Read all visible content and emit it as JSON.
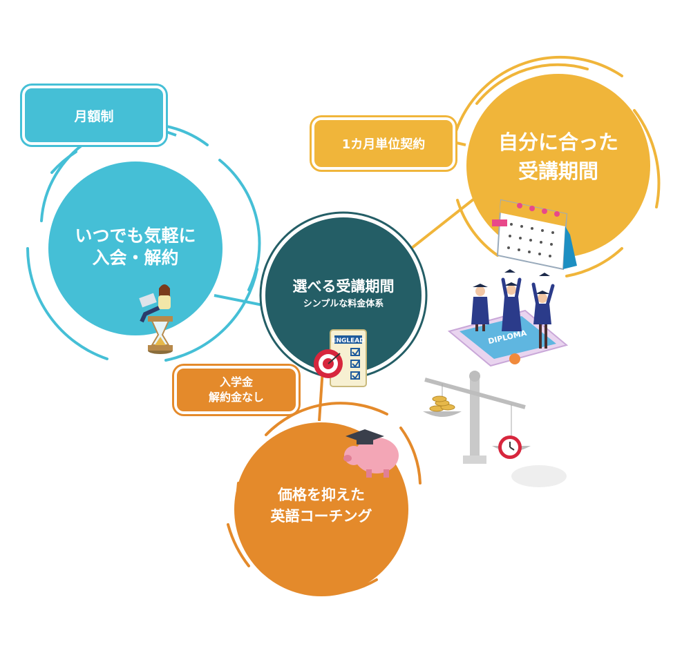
{
  "center": {
    "title": "選べる受講期間",
    "subtitle": "シンプルな料金体系"
  },
  "nodes": {
    "monthly": {
      "tag": "月額制",
      "title_line1": "いつでも気軽に",
      "title_line2": "入会・解約"
    },
    "period": {
      "tag": "1カ月単位契約",
      "title_line1": "自分に合った",
      "title_line2": "受講期間"
    },
    "price": {
      "tag_line1": "入学金",
      "tag_line2": "解約金なし",
      "title_line1": "価格を抑えた",
      "title_line2": "英語コーチング"
    }
  },
  "illustration_text": {
    "clipboard_logo": "ENGLEAD",
    "tablet_text": "DIPLOMA"
  },
  "colors": {
    "teal": "#45BFD6",
    "dark_teal": "#245E66",
    "yellow": "#F0B53A",
    "orange": "#E48A2B"
  }
}
